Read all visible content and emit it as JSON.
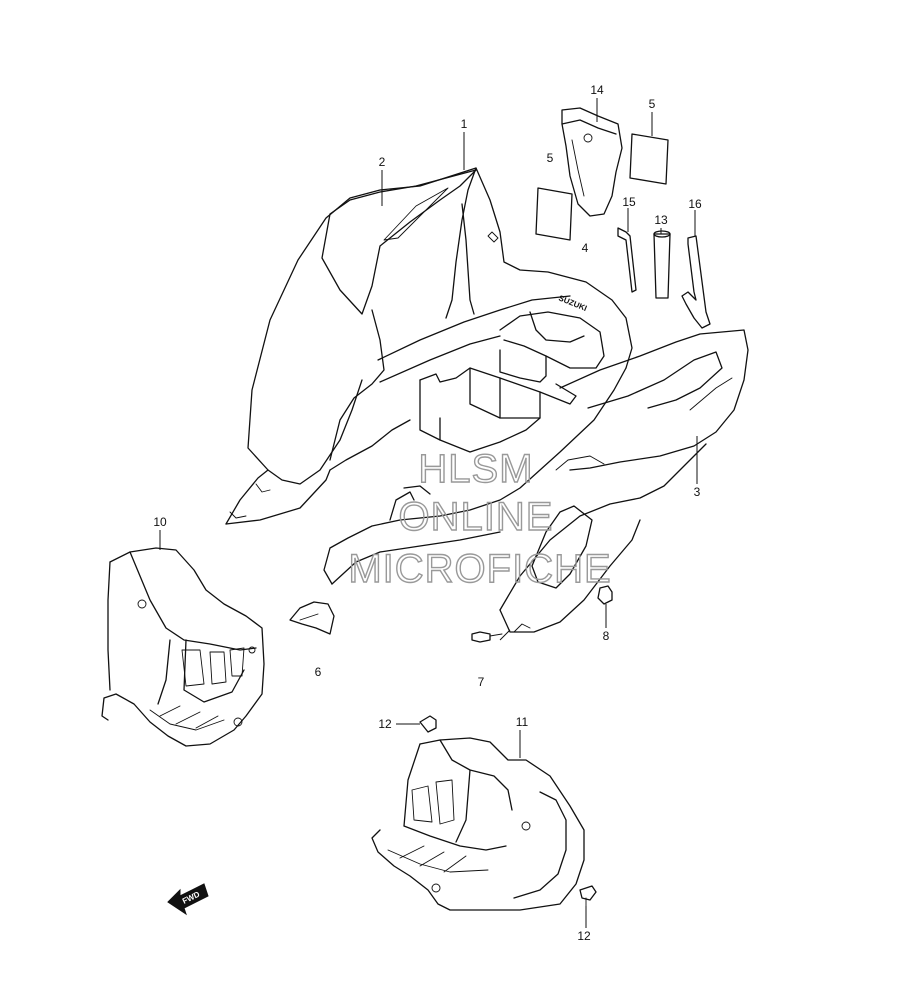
{
  "callouts": {
    "c1": "1",
    "c2": "2",
    "c3": "3",
    "c4": "4",
    "c5a": "5",
    "c5b": "5",
    "c6": "6",
    "c7": "7",
    "c8": "8",
    "c10": "10",
    "c11": "11",
    "c12a": "12",
    "c12b": "12",
    "c13": "13",
    "c14": "14",
    "c15": "15",
    "c16": "16"
  },
  "watermark": {
    "line1": "HLSM",
    "line2": "ONLINE",
    "line3": "MICROFICHE"
  },
  "fwd_label": "FWD",
  "fender_logo": "SUZUKI",
  "colors": {
    "line": "#111111",
    "watermark": "#999999",
    "background": "#ffffff"
  }
}
